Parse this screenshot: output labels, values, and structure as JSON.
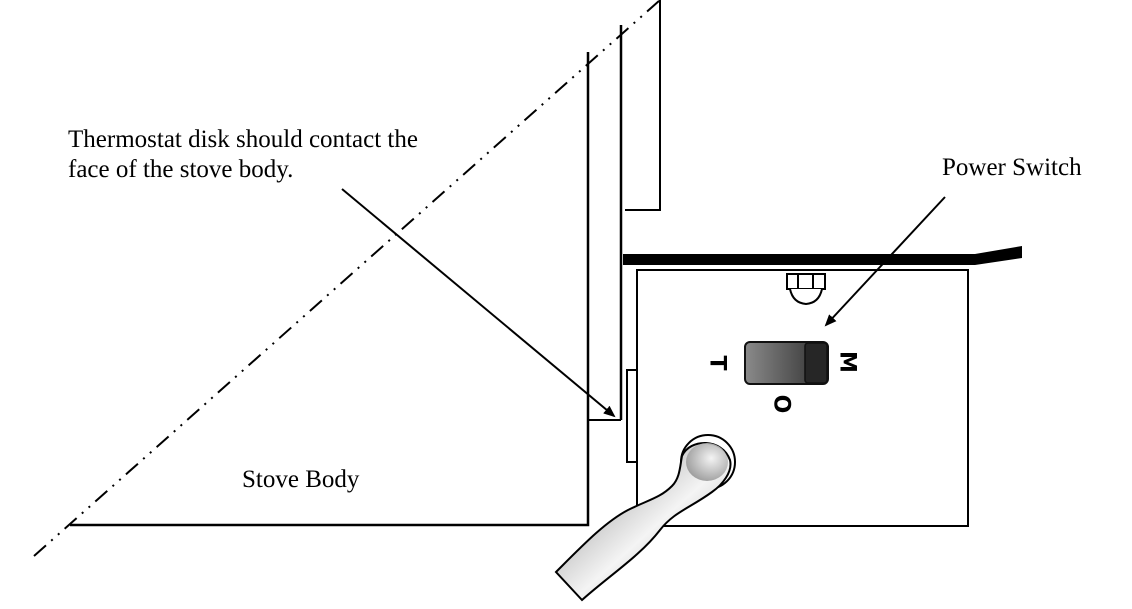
{
  "diagram": {
    "title": "Thermostat and power switch installation",
    "labels": {
      "thermostat_note_line1": "Thermostat disk should contact the",
      "thermostat_note_line2": "face of the stove body.",
      "power_switch": "Power Switch",
      "stove_body": "Stove Body"
    },
    "switch": {
      "positions": [
        "T",
        "O",
        "M"
      ],
      "left_letter": "T",
      "bottom_letter": "O",
      "right_letter": "M",
      "state": "M"
    },
    "colors": {
      "line": "#000000",
      "switch_body_dark": "#2a2a2a",
      "switch_body_light": "#7a7a7a",
      "cord_light": "#f2f2f2",
      "cord_dark": "#8a8a8a",
      "background": "#ffffff"
    }
  }
}
